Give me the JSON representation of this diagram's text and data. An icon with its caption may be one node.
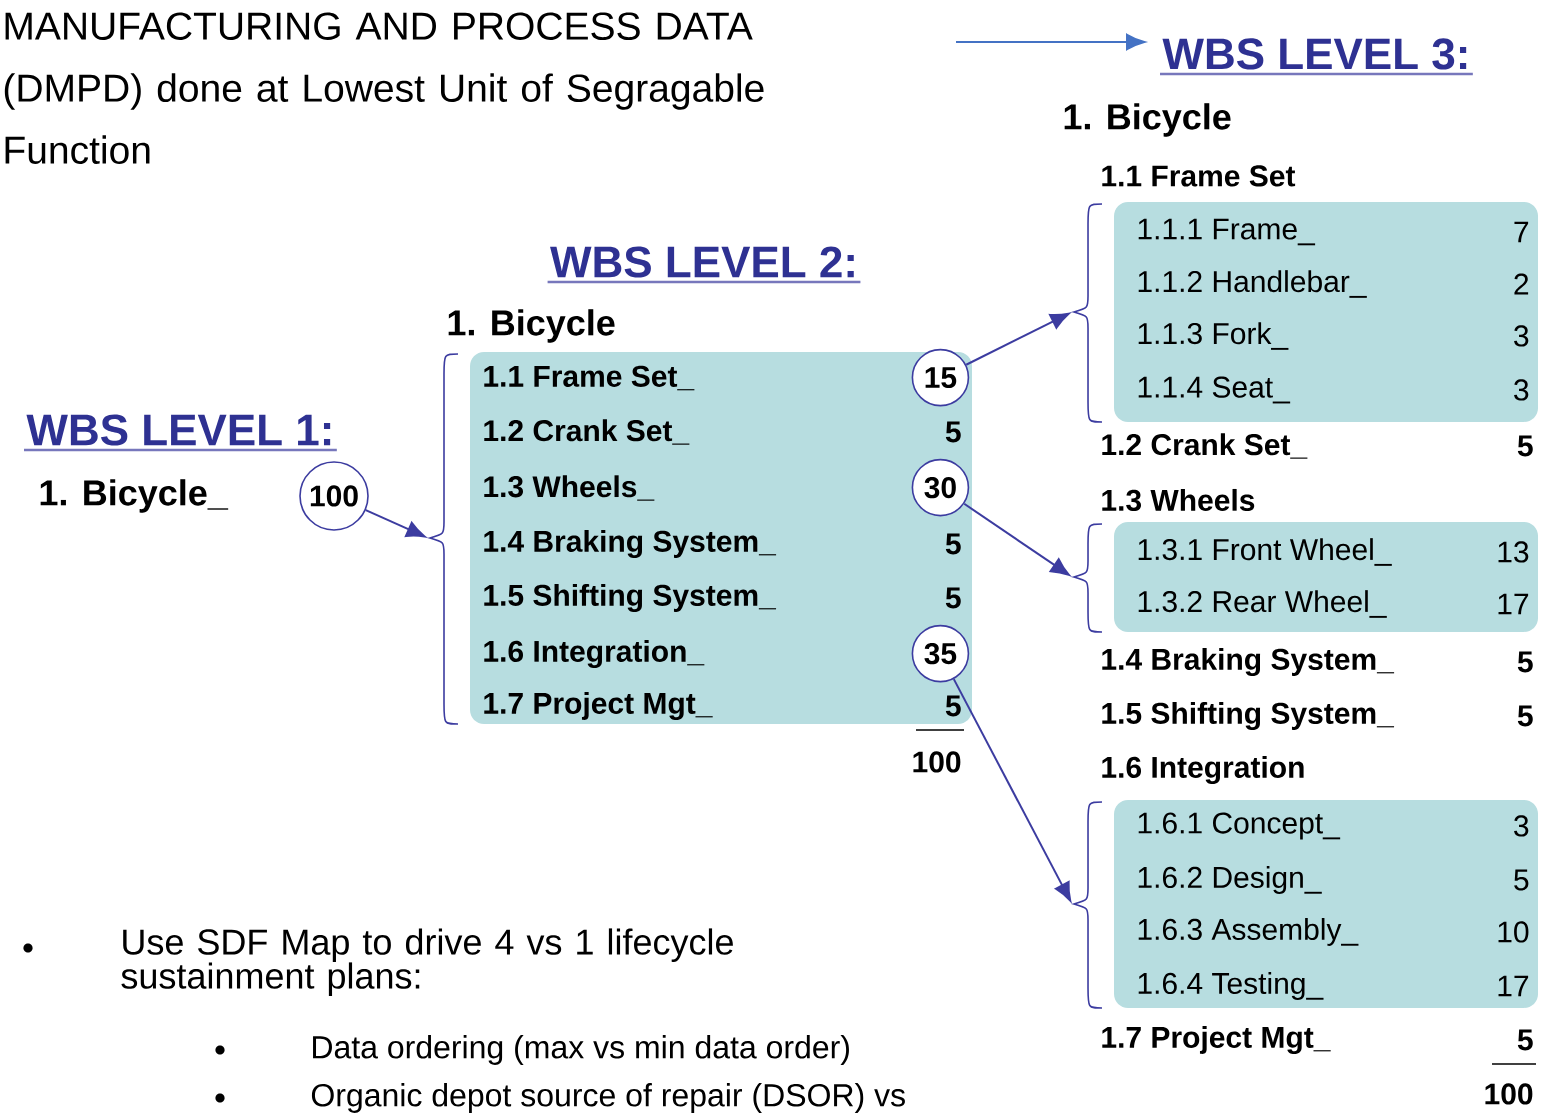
{
  "diagram": {
    "title": "MANUFACTURING AND PROCESS DATA (DMPD) done at Lowest Unit of Segragable Function",
    "nodes": [
      {
        "text": [
          "100"
        ]
      },
      {
        "text": [
          "1.1 Frame Set_",
          "1.2 Crank Set_",
          "5",
          "1.3 Wheels_",
          "1.4 Braking System_",
          "5",
          "1.5 Shifting System_",
          "5",
          "1.6 Integration_",
          "1.7 Project Mgt_",
          "5"
        ]
      },
      {
        "text": [
          "15"
        ],
        "in": 1
      },
      {
        "text": [
          "30"
        ],
        "in": 1
      },
      {
        "text": [
          "35"
        ],
        "in": 1
      },
      {
        "text": [
          "WBS LEVEL 3:"
        ]
      },
      {
        "text": [
          "1.1.1 Frame_",
          "7",
          "1.1.2 Handlebar_",
          "2",
          "1.1.3 Fork_",
          "3",
          "1.1.4 Seat_",
          "3"
        ]
      },
      {
        "text": [
          "1.3.1 Front Wheel_",
          "13",
          "1.3.2 Rear Wheel_",
          "17"
        ]
      },
      {
        "text": [
          "1.6.1 Concept_",
          "3",
          "1.6.2 Design_",
          "5",
          "1.6.3 Assembly_",
          "10",
          "1.6.4 Testing_",
          "17"
        ]
      }
    ],
    "edges": [
      {
        "from": 0,
        "to": 1,
        "arrow": "to"
      },
      {
        "from": null,
        "to": 5,
        "arrow": "to",
        "color": "#4472c4"
      },
      {
        "from": 2,
        "to": 6,
        "arrow": "to"
      },
      {
        "from": 3,
        "to": 7,
        "arrow": "to"
      },
      {
        "from": 4,
        "to": 8,
        "arrow": "to"
      }
    ],
    "labels": [
      "WBS LEVEL 1:",
      "1. Bicycle_",
      "WBS LEVEL 2:",
      "1. Bicycle",
      "100",
      "1. Bicycle",
      "1.1 Frame Set",
      "1.2 Crank Set_",
      "5",
      "1.3 Wheels",
      "1.4 Braking System_",
      "5",
      "1.5 Shifting System_",
      "5",
      "1.6 Integration",
      "1.7 Project Mgt_",
      "5",
      "100",
      "Use SDF Map to drive 4 vs 1 lifecycle sustainment plans:",
      "Data ordering (max vs min data order)",
      "Organic depot source of repair (DSOR) vs"
    ]
  }
}
